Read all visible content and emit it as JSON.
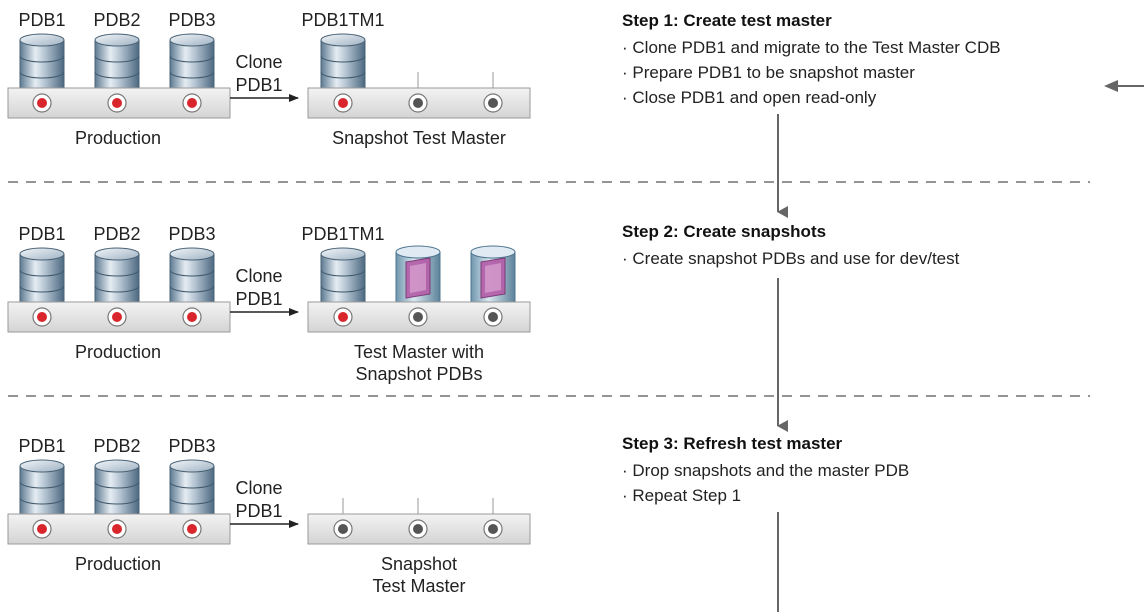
{
  "colors": {
    "active_port": "#d9262c",
    "inactive_port": "#555555",
    "platform_fill": "#e8e8e8",
    "platform_stroke": "#9a9a9a",
    "flow_arrow": "#666666",
    "divider": "#555555",
    "snapshot_fill": "#b45ca8"
  },
  "rows": [
    {
      "pdb_labels": [
        "PDB1",
        "PDB2",
        "PDB3"
      ],
      "prod_label": "Production",
      "clone_label": [
        "Clone",
        "PDB1"
      ],
      "master_db_label": "PDB1TM1",
      "master_platform_label": [
        "Snapshot Test Master"
      ],
      "master_db_present": true,
      "snapshots": false
    },
    {
      "pdb_labels": [
        "PDB1",
        "PDB2",
        "PDB3"
      ],
      "prod_label": "Production",
      "clone_label": [
        "Clone",
        "PDB1"
      ],
      "master_db_label": "PDB1TM1",
      "master_platform_label": [
        "Test Master with",
        "Snapshot PDBs"
      ],
      "master_db_present": true,
      "snapshots": true
    },
    {
      "pdb_labels": [
        "PDB1",
        "PDB2",
        "PDB3"
      ],
      "prod_label": "Production",
      "clone_label": [
        "Clone",
        "PDB1"
      ],
      "master_db_label": "",
      "master_platform_label": [
        "Snapshot",
        "Test Master"
      ],
      "master_db_present": false,
      "snapshots": false
    }
  ],
  "steps": [
    {
      "title": "Step 1: Create test master",
      "bullets": [
        "· Clone PDB1 and migrate to the Test Master CDB",
        "· Prepare PDB1 to be snapshot master",
        "· Close PDB1 and open read-only"
      ]
    },
    {
      "title": "Step 2: Create snapshots",
      "bullets": [
        "· Create snapshot PDBs and use for dev/test"
      ]
    },
    {
      "title": "Step 3: Refresh test master",
      "bullets": [
        "· Drop snapshots and the master PDB",
        "· Repeat Step 1"
      ]
    }
  ]
}
